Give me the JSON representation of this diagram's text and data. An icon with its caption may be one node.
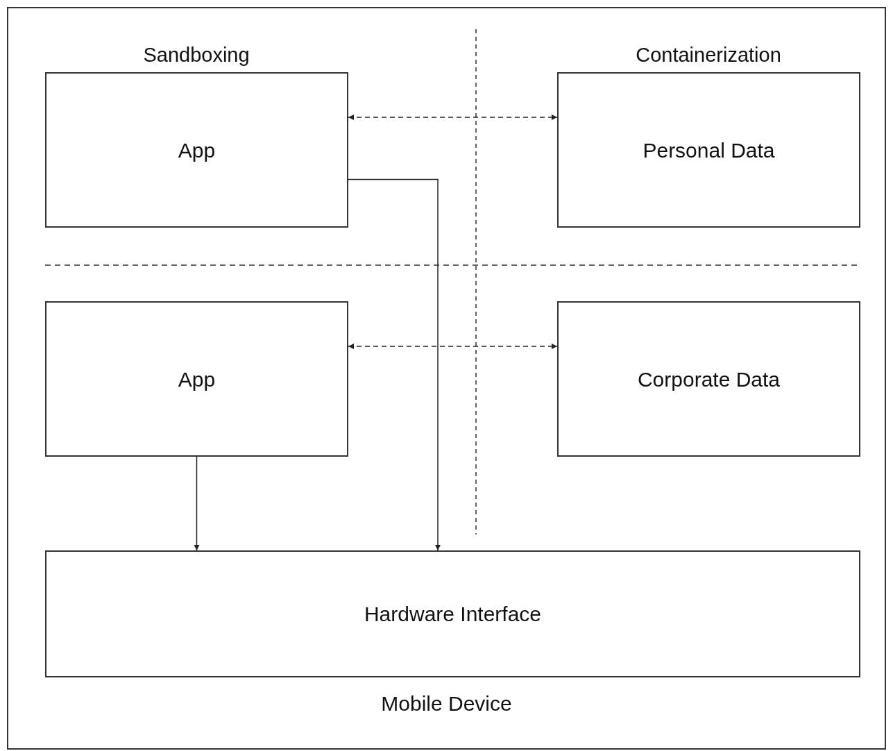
{
  "diagram": {
    "nodes": [
      {
        "text": [
          "Mobile Device"
        ]
      },
      {
        "text": [
          "App"
        ],
        "in": 0
      },
      {
        "text": [
          "Personal Data"
        ],
        "in": 0
      },
      {
        "text": [
          "App"
        ],
        "in": 0
      },
      {
        "text": [
          "Corporate Data"
        ],
        "in": 0
      },
      {
        "text": [
          "Hardware Interface"
        ],
        "in": 0
      }
    ],
    "edges": [
      {
        "from": 1,
        "to": 2,
        "arrow": "both",
        "style": "dashed"
      },
      {
        "from": 3,
        "to": 4,
        "arrow": "both",
        "style": "dashed"
      },
      {
        "from": 1,
        "to": 5,
        "arrow": "to"
      },
      {
        "from": 3,
        "to": 5,
        "arrow": "to"
      }
    ],
    "labels": [
      "Sandboxing",
      "Containerization"
    ]
  }
}
